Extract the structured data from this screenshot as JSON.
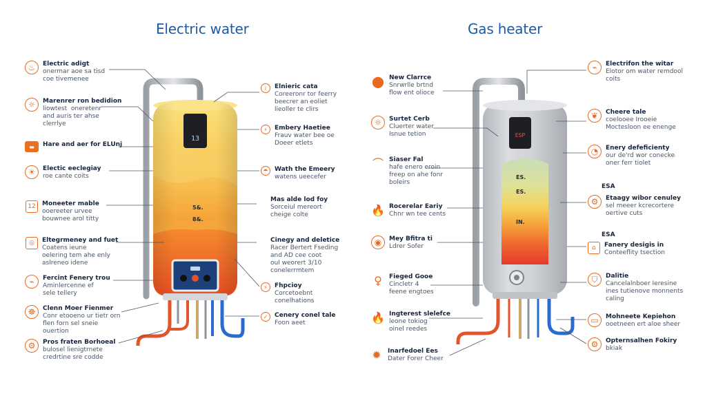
{
  "titles": {
    "left": "Electric water",
    "right": "Gas heater"
  },
  "electric": {
    "display": "13",
    "tank_labels": [
      "5&.",
      "8&."
    ],
    "callouts_left": [
      {
        "icon": "flame-circle-icon",
        "glyph": "♨",
        "l1": "Electric adigt",
        "l2": "onermar aoe sa tisd\ncoe tivemenee"
      },
      {
        "icon": "thermostat-icon",
        "glyph": "☼",
        "l1": "Marenrer ron bedidion",
        "l2": "liowtest  oneretenr\nand auris ter ahse\nclerrlye"
      },
      {
        "icon": "battery-icon",
        "glyph": "▬",
        "l1": "Hare and aer for ELUnj",
        "l2": ""
      },
      {
        "icon": "bulb-icon",
        "glyph": "☀",
        "l1": "Electic eeclegiay",
        "l2": "roe cante coits"
      },
      {
        "icon": "meter-icon",
        "glyph": "12",
        "l1": "Moneeter mable",
        "l2": "ooereeter urvee\nbouwnee arol titty"
      },
      {
        "icon": "gauge-icon",
        "glyph": "◎",
        "l1": "Eltegrmeney and fuet",
        "l2": "Coatens ieune\noelering tem ahe enly\naslreneo idene"
      },
      {
        "icon": "plug-icon",
        "glyph": "⌁",
        "l1": "Fercint Fenery trou",
        "l2": "Aminlercenne ef\nsele tellery"
      },
      {
        "icon": "fan-icon",
        "glyph": "☸",
        "l1": "Clenn Moer Fienmer",
        "l2": "Conr etooeno ur tietr orn\nflen forn sel sneie\nouertion"
      },
      {
        "icon": "pump-icon",
        "glyph": "⚙",
        "l1": "Pros fraten Borhoeal",
        "l2": "bulosel lienigtrnete\ncredrtine sre codde"
      }
    ],
    "callouts_right": [
      {
        "icon": "info-icon",
        "glyph": "i",
        "l1": "Elnieric cata",
        "l2": "Coreeronr tor feerry\nbeecrer an eoliet\nlieoller te clirs"
      },
      {
        "icon": "energy-icon",
        "glyph": "⚡",
        "l1": "Embery Haetiee",
        "l2": "Frauv water bee oe\nDoeer etlets"
      },
      {
        "icon": "water-icon",
        "glyph": "☂",
        "l1": "Wath the Emeery",
        "l2": "watens ueecefer"
      },
      {
        "icon": "",
        "glyph": "",
        "l1": "Mas alde lod foy",
        "l2": "Sorceiul mereort\ncheige colte"
      },
      {
        "icon": "",
        "glyph": "",
        "l1": "Cinegy and deletice",
        "l2": "Racer Bertert Fseding\nand AD cee coot\noul weorert 3/10\nconelerrmtem"
      },
      {
        "icon": "bolt-icon",
        "glyph": "⚡",
        "l1": "Fhpcioy",
        "l2": "Corcetoebnt\nconelhations"
      },
      {
        "icon": "check-icon",
        "glyph": "✓",
        "l1": "Cenery conel tale",
        "l2": "Foon aeet"
      }
    ]
  },
  "gas": {
    "display": "ESP",
    "band_labels": [
      "ES.",
      "ES.",
      "IN."
    ],
    "callouts_left": [
      {
        "icon": "location-pin-icon",
        "glyph": "⬤",
        "l1": "New Clarrce",
        "l2": "Snrwrlle brtnd\nflow ent olioce"
      },
      {
        "icon": "sun-icon",
        "glyph": "☼",
        "l1": "Surtet Cerb",
        "l2": "Cluerter water\nIsnue tetion"
      },
      {
        "icon": "tap-icon",
        "glyph": "⌒",
        "l1": "Siaser Fal",
        "l2": "hafe enero eroin\nfreep on ahe fonr\nboleirs"
      },
      {
        "icon": "flame-icon",
        "glyph": "🔥",
        "l1": "Rocerelar Eariy",
        "l2": "Chnr wn tee cents"
      },
      {
        "icon": "dial-icon",
        "glyph": "◉",
        "l1": "Mey Bfitra ti",
        "l2": "Ldrer Sofer"
      },
      {
        "icon": "bulb-icon",
        "glyph": "♀",
        "l1": "Fieged Gooe",
        "l2": "Cincletr 4\nfeene engtoes"
      },
      {
        "icon": "fire-icon",
        "glyph": "🔥",
        "l1": "Ingterest slelefce",
        "l2": "leone tokiog\noinel reedes"
      },
      {
        "icon": "burner-icon",
        "glyph": "✹",
        "l1": "Inarfedoel Ees",
        "l2": "Dater Forer Cheer"
      }
    ],
    "callouts_right": [
      {
        "icon": "plug-icon",
        "glyph": "⌁",
        "l1": "Electrifon the witar",
        "l2": "Elotor om water remdool\ncoits"
      },
      {
        "icon": "leaf-icon",
        "glyph": "❦",
        "l1": "Cheere tale",
        "l2": "coelooee Irooeie\nMoctesloon ee enenge"
      },
      {
        "icon": "gauge-icon",
        "glyph": "◔",
        "l1": "Enery defeficienty",
        "l2": "our de'rd wor conecke\noner ferr tiolet"
      },
      {
        "icon": "",
        "glyph": "",
        "l1": "ESA",
        "l2": ""
      },
      {
        "icon": "burner-icon",
        "glyph": "⚙",
        "l1": "Etaagy wibor cenuley",
        "l2": "sel meeer kcrecortere\noertive cuts"
      },
      {
        "icon": "",
        "glyph": "",
        "l1": "ESA",
        "l2": ""
      },
      {
        "icon": "house-icon",
        "glyph": "⌂",
        "l1": "Fanery desigis in",
        "l2": "Conteeflity tsection"
      },
      {
        "icon": "shield-icon",
        "glyph": "⛉",
        "l1": "Dalitie",
        "l2": "Cancelalnboer Ieresine\nines tutienove monnents\ncaling"
      },
      {
        "icon": "box-icon",
        "glyph": "▭",
        "l1": "Mohneete Kepiehon",
        "l2": "ooetneen ert aloe sheer"
      },
      {
        "icon": "gear-icon",
        "glyph": "⚙",
        "l1": "Opternsalhen Fokiry",
        "l2": "bkiak"
      }
    ]
  },
  "colors": {
    "accent_orange": "#e86a1f",
    "title_blue": "#1d5aa6",
    "pipe_hot": "#e2542a",
    "pipe_cold": "#2a6bd1"
  }
}
